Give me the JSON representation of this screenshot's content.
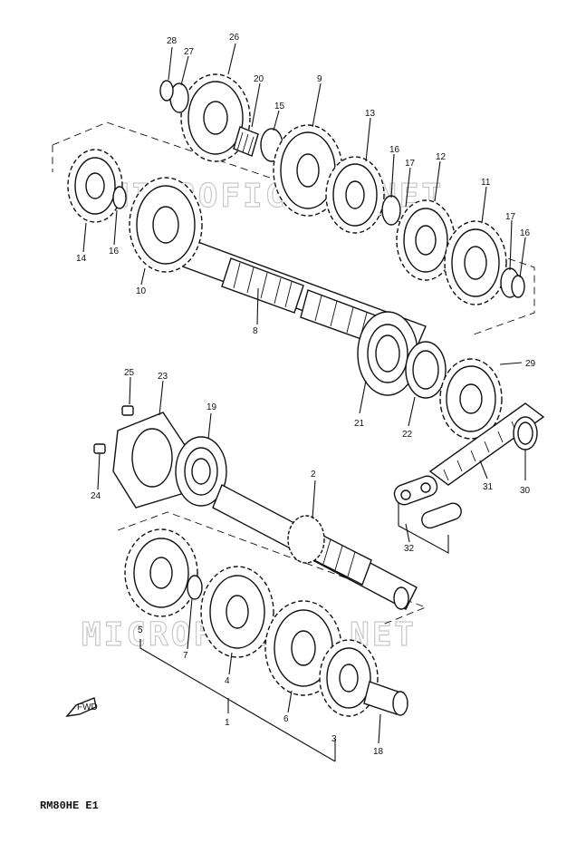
{
  "diagram": {
    "code": "RM80HE E1",
    "watermark": "MICROFICHES.NET",
    "fwd": "FWD",
    "parts": [
      {
        "id": "p28",
        "num": "28"
      },
      {
        "id": "p27",
        "num": "27"
      },
      {
        "id": "p26",
        "num": "26"
      },
      {
        "id": "p20",
        "num": "20"
      },
      {
        "id": "p15",
        "num": "15"
      },
      {
        "id": "p9",
        "num": "9"
      },
      {
        "id": "p13",
        "num": "13"
      },
      {
        "id": "p16a",
        "num": "16"
      },
      {
        "id": "p17a",
        "num": "17"
      },
      {
        "id": "p12",
        "num": "12"
      },
      {
        "id": "p11",
        "num": "11"
      },
      {
        "id": "p17b",
        "num": "17"
      },
      {
        "id": "p16b",
        "num": "16"
      },
      {
        "id": "p14",
        "num": "14"
      },
      {
        "id": "p16c",
        "num": "16"
      },
      {
        "id": "p10",
        "num": "10"
      },
      {
        "id": "p8",
        "num": "8"
      },
      {
        "id": "p29",
        "num": "29"
      },
      {
        "id": "p25",
        "num": "25"
      },
      {
        "id": "p23",
        "num": "23"
      },
      {
        "id": "p19",
        "num": "19"
      },
      {
        "id": "p21",
        "num": "21"
      },
      {
        "id": "p22",
        "num": "22"
      },
      {
        "id": "p2",
        "num": "2"
      },
      {
        "id": "p24",
        "num": "24"
      },
      {
        "id": "p31",
        "num": "31"
      },
      {
        "id": "p30",
        "num": "30"
      },
      {
        "id": "p32",
        "num": "32"
      },
      {
        "id": "p5",
        "num": "5"
      },
      {
        "id": "p7",
        "num": "7"
      },
      {
        "id": "p4",
        "num": "4"
      },
      {
        "id": "p1",
        "num": "1"
      },
      {
        "id": "p6",
        "num": "6"
      },
      {
        "id": "p3",
        "num": "3"
      },
      {
        "id": "p18",
        "num": "18"
      }
    ]
  }
}
